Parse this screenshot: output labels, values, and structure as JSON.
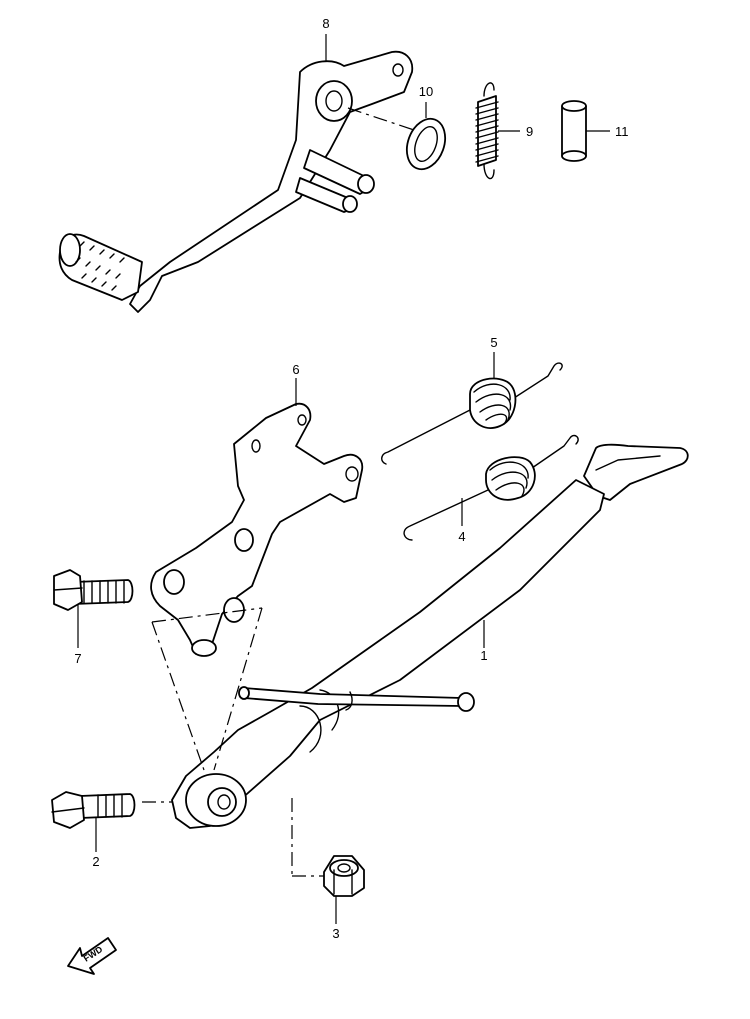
{
  "callouts": {
    "c1": "1",
    "c2": "2",
    "c3": "3",
    "c4": "4",
    "c5": "5",
    "c6": "6",
    "c7": "7",
    "c8": "8",
    "c9": "9",
    "c10": "10",
    "c11": "11"
  },
  "direction_indicator": {
    "label": "FWD"
  },
  "colors": {
    "line": "#000000",
    "background": "#ffffff"
  }
}
